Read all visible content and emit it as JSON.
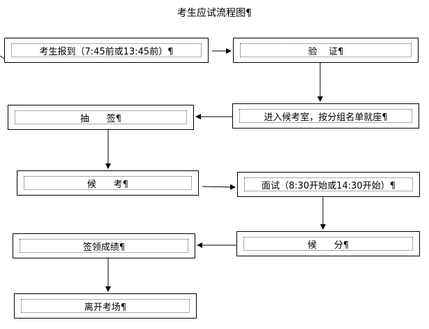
{
  "title": "考生应试流程图¶",
  "steps": [
    {
      "id": "register",
      "label": "考生报到（7:45前或13:45前）¶"
    },
    {
      "id": "verify",
      "label": "验    证¶"
    },
    {
      "id": "enter-room",
      "label": "进入候考室，按分组名单就座¶"
    },
    {
      "id": "draw-lots",
      "label": "抽      签¶"
    },
    {
      "id": "wait-exam",
      "label": "候      考¶"
    },
    {
      "id": "interview",
      "label": "面试（8:30开始或14:30开始）¶"
    },
    {
      "id": "wait-score",
      "label": "候      分¶"
    },
    {
      "id": "sign-score",
      "label": "签领成绩¶"
    },
    {
      "id": "leave",
      "label": "离开考场¶"
    }
  ]
}
